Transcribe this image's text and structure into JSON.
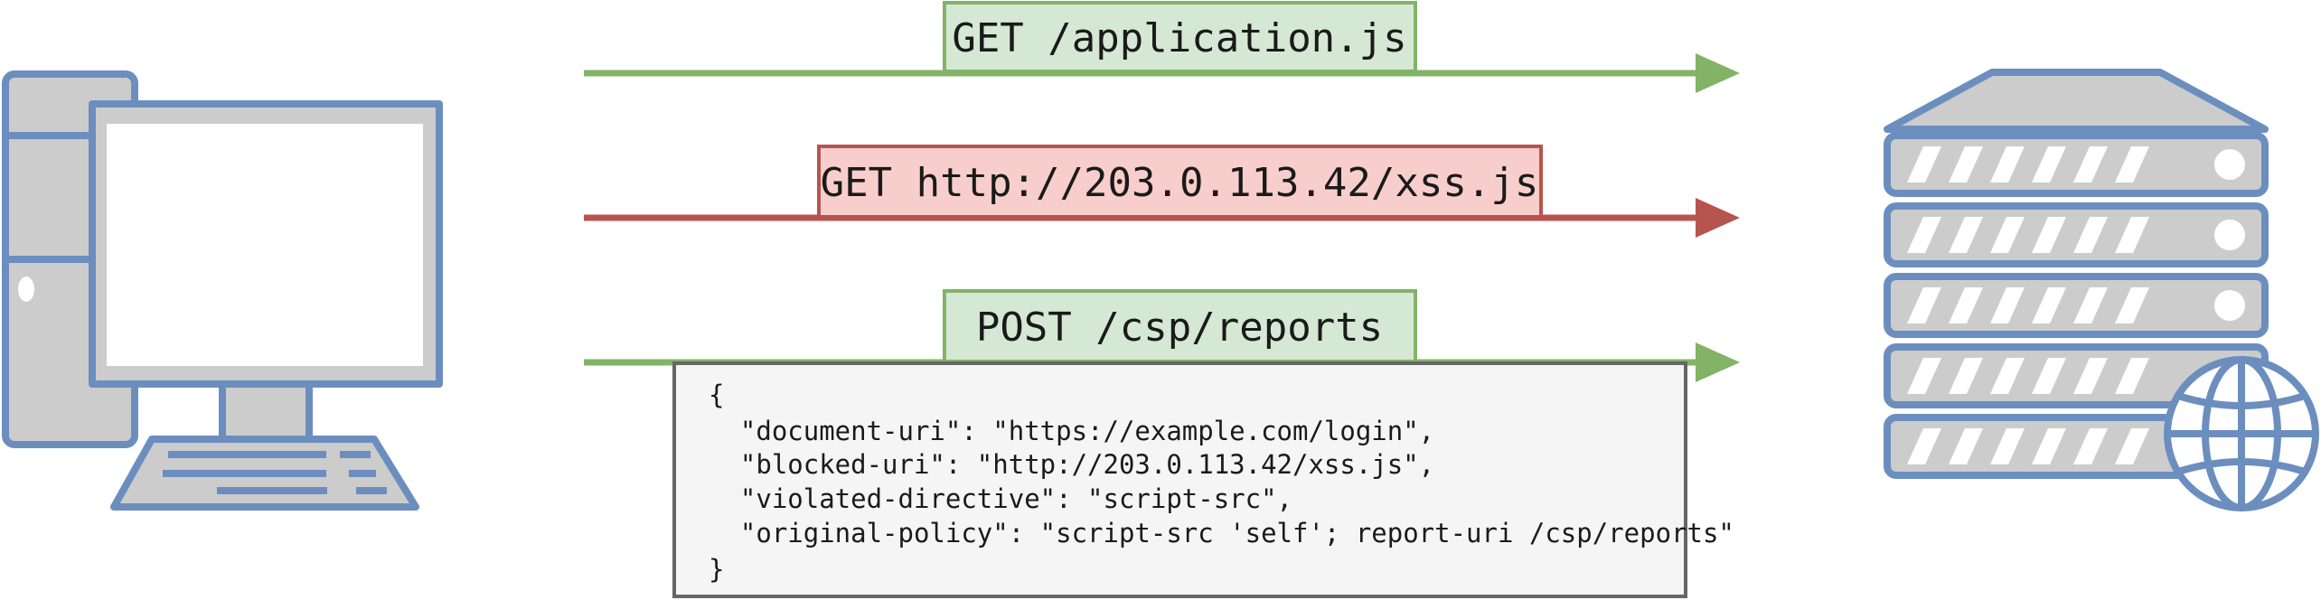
{
  "requests": [
    {
      "label": "GET /application.js",
      "status": "allowed",
      "color": "#82b366",
      "box_fill": "#d5e8d4"
    },
    {
      "label": "GET http://203.0.113.42/xss.js",
      "status": "blocked",
      "color": "#b85450",
      "box_fill": "#f8cecc"
    },
    {
      "label": "POST /csp/reports",
      "status": "report",
      "color": "#82b366",
      "box_fill": "#d5e8d4"
    }
  ],
  "report_body": {
    "lines": [
      "{",
      "  \"document-uri\": \"https://example.com/login\",",
      "  \"blocked-uri\": \"http://203.0.113.42/xss.js\",",
      "  \"violated-directive\": \"script-src\",",
      "  \"original-policy\": \"script-src 'self'; report-uri /csp/reports\"",
      "}"
    ]
  },
  "colors": {
    "device_stroke": "#6c8ebf",
    "device_fill": "#cccccc",
    "screen_fill": "#ffffff",
    "code_box_fill": "#f5f5f5",
    "code_box_stroke": "#666666"
  },
  "icons": {
    "client": "desktop-computer-icon",
    "server": "web-server-icon"
  }
}
